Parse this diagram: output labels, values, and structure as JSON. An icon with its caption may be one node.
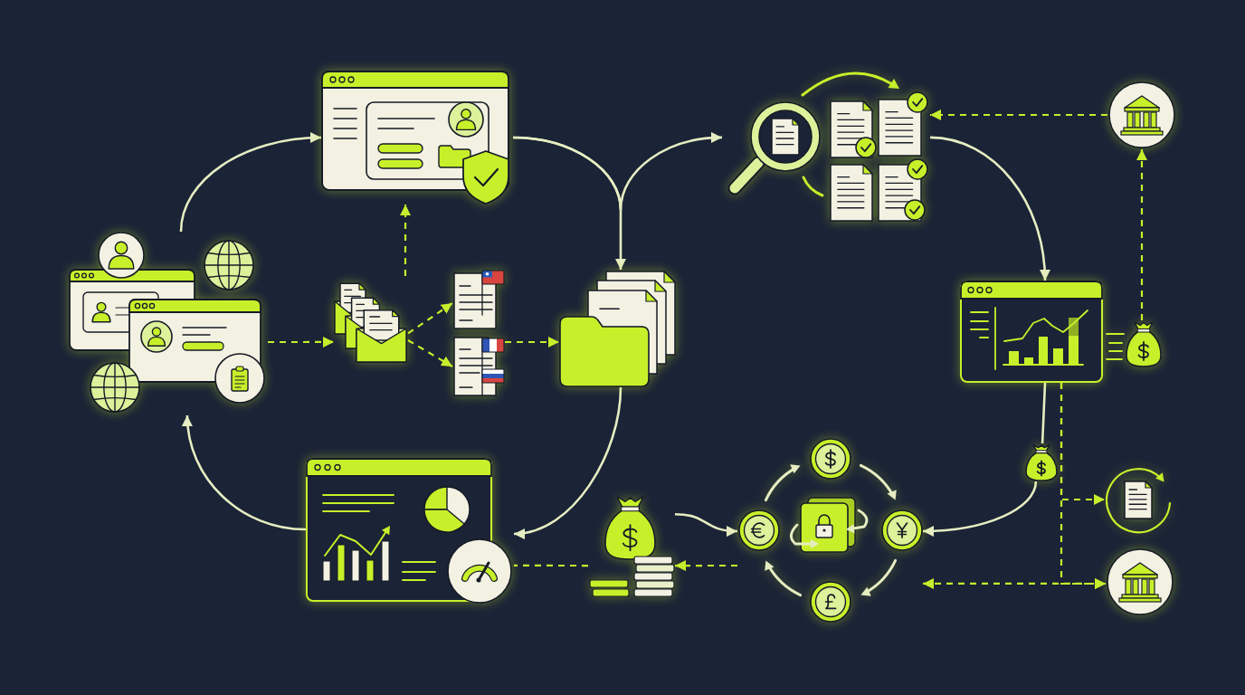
{
  "diagram": {
    "nodes": [
      {
        "text": [],
        "shape": "picture"
      },
      {
        "text": [],
        "shape": "picture"
      },
      {
        "text": [],
        "shape": "picture"
      },
      {
        "text": [],
        "shape": "picture"
      },
      {
        "text": [],
        "shape": "picture"
      },
      {
        "text": [],
        "shape": "picture"
      },
      {
        "text": [],
        "shape": "picture"
      },
      {
        "text": [],
        "shape": "picture"
      },
      {
        "text": [],
        "shape": "picture"
      },
      {
        "text": [],
        "shape": "picture"
      },
      {
        "text": [],
        "shape": "picture"
      },
      {
        "text": [],
        "shape": "picture"
      },
      {
        "text": [],
        "shape": "picture"
      },
      {
        "text": [],
        "shape": "picture"
      },
      {
        "text": [],
        "shape": "picture"
      },
      {
        "text": [],
        "shape": "picture"
      }
    ],
    "edges": [
      {
        "from": 3,
        "to": 0,
        "arrow": "to",
        "color": "#e6edc2"
      },
      {
        "from": 0,
        "to": 7,
        "arrow": "to",
        "color": "#e6edc2"
      },
      {
        "from": 0,
        "to": 1,
        "arrow": "to",
        "color": "#e6edc2"
      },
      {
        "from": 2,
        "to": 1,
        "arrow": "to",
        "style": "dashed"
      },
      {
        "from": 1,
        "to": 8,
        "arrow": "to",
        "color": "#e6edc2"
      },
      {
        "from": 3,
        "to": 4,
        "arrow": "to",
        "style": "dashed"
      },
      {
        "from": 4,
        "to": 0,
        "arrow": "to",
        "style": "dashed"
      },
      {
        "from": 4,
        "to": 5,
        "arrow": "to",
        "style": "dashed"
      },
      {
        "from": 4,
        "to": 6,
        "arrow": "to",
        "style": "dashed"
      },
      {
        "from": 6,
        "to": 7,
        "arrow": "to",
        "style": "dashed"
      },
      {
        "from": 9,
        "to": 2,
        "arrow": "to",
        "style": "dashed"
      },
      {
        "from": 7,
        "to": 10,
        "arrow": "to",
        "color": "#e6edc2"
      },
      {
        "from": 10,
        "to": 3,
        "arrow": "to",
        "color": "#e6edc2"
      },
      {
        "from": 8,
        "to": 13,
        "arrow": "none",
        "color": "#e6edc2"
      },
      {
        "from": 13,
        "to": 12,
        "arrow": "to",
        "color": "#e6edc2"
      },
      {
        "from": 11,
        "to": 12,
        "arrow": "to",
        "color": "#e6edc2"
      },
      {
        "from": 12,
        "to": 11,
        "arrow": "to",
        "style": "dashed"
      },
      {
        "from": 11,
        "to": 10,
        "arrow": "none",
        "style": "dashed"
      },
      {
        "from": 8,
        "to": 14,
        "arrow": "to",
        "style": "dashed"
      },
      {
        "from": 8,
        "to": 15,
        "arrow": "to",
        "style": "dashed"
      },
      {
        "from": 12,
        "to": 15,
        "arrow": "both",
        "style": "dashed"
      }
    ]
  }
}
